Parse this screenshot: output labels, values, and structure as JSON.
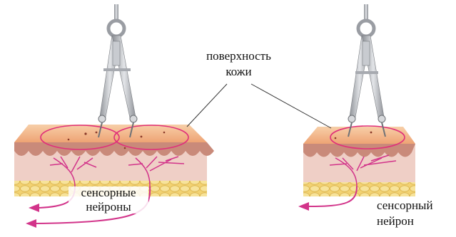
{
  "labels": {
    "skin_surface_line1": "поверхность",
    "skin_surface_line2": "кожи",
    "sensory_neurons_line1": "сенсорные",
    "sensory_neurons_line2": "нейроны",
    "sensory_neuron_line1": "сенсорный",
    "sensory_neuron_line2": "нейрон"
  },
  "colors": {
    "receptive_field": "#e0307a",
    "nerve_fiber": "#d2348a",
    "skin_top": "#f2b58e",
    "dermis": "#f0c9c2",
    "fat": "#f2d77a",
    "compass_metal": "#b9bcc2"
  },
  "icons": [
    "compass-icon",
    "compass-icon",
    "arrow-left-icon",
    "arrow-left-icon",
    "arrow-left-icon"
  ]
}
